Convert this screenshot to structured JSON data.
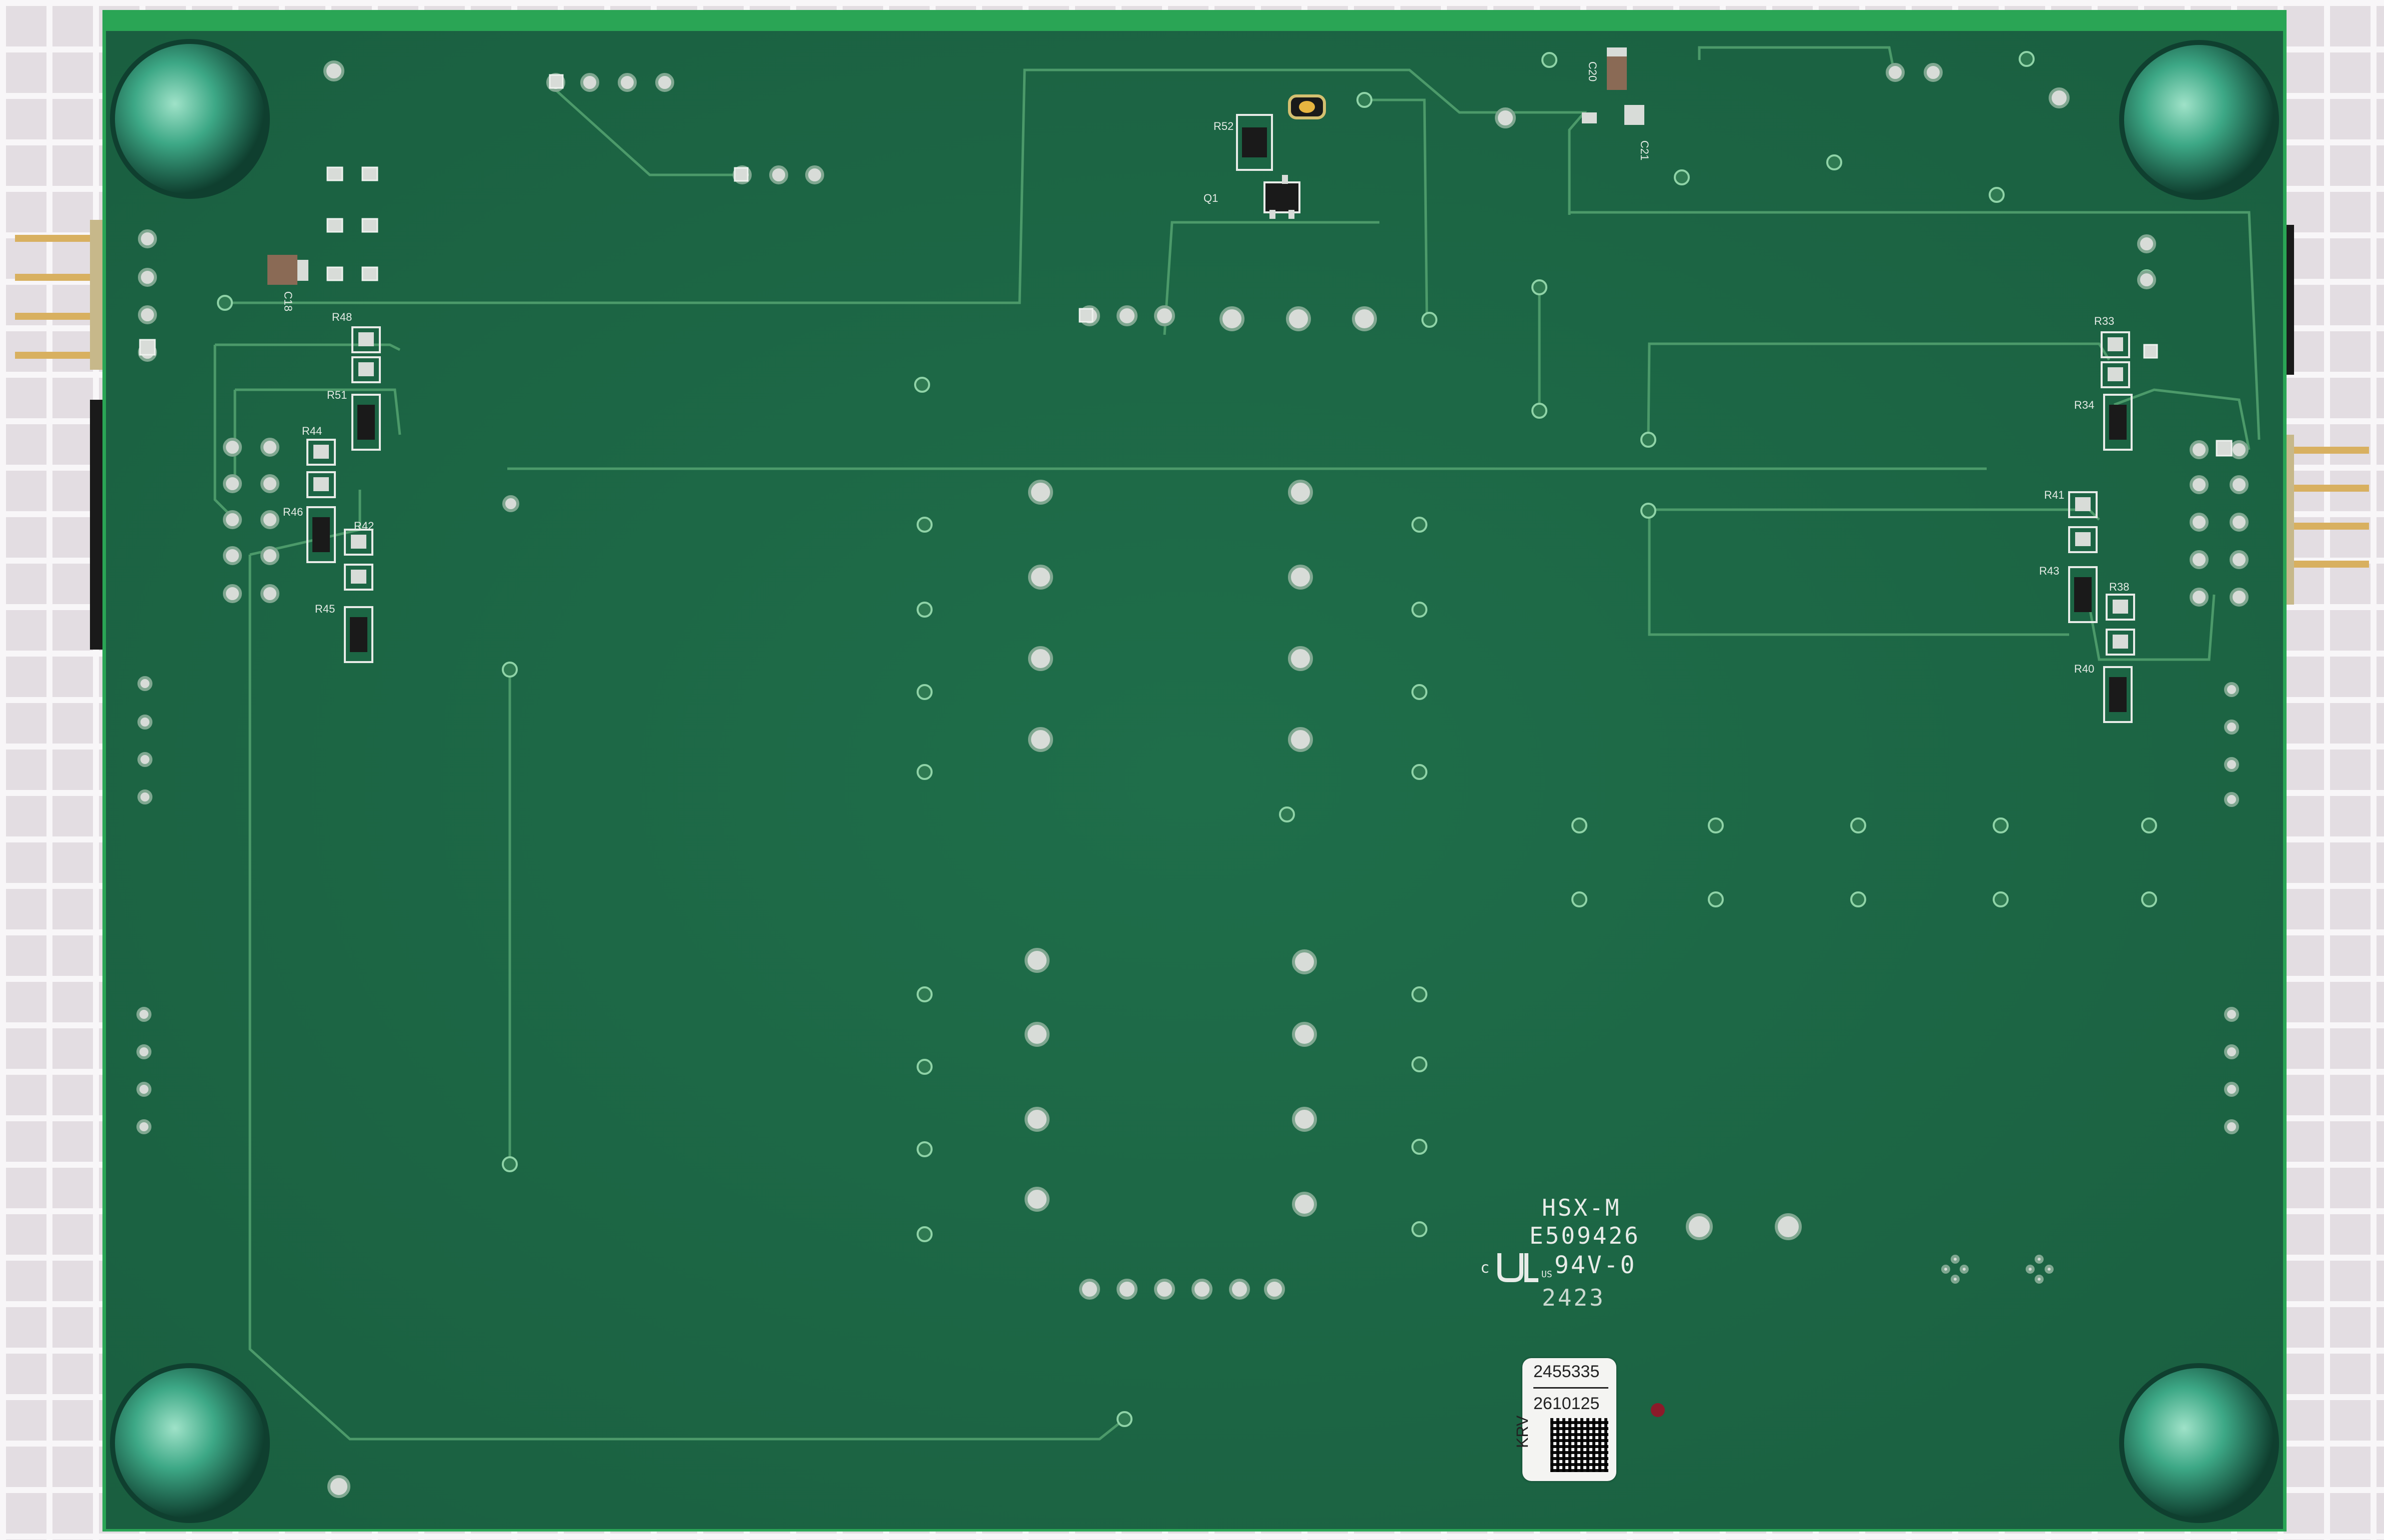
{
  "board": {
    "silkscreen": {
      "part": "HSX-M",
      "cert": "E509426",
      "ul_mark": "c",
      "ul_mark_sub": "US",
      "rating": "94V-0",
      "date_code": "2423"
    },
    "sticker": {
      "line1": "2455335",
      "line2": "2610125",
      "side": "KRV"
    },
    "refdes": [
      "R52",
      "Q1",
      "C20",
      "C21",
      "C18",
      "R48",
      "R51",
      "R44",
      "R46",
      "R42",
      "R45",
      "R33",
      "R34",
      "R41",
      "R43",
      "R38",
      "R40"
    ]
  },
  "colors": {
    "pcb": "#1e6b47",
    "edge": "#2aa555",
    "trace": "#4c9a6a",
    "silk": "#e8ece8",
    "pad": "#d8dcd8"
  }
}
